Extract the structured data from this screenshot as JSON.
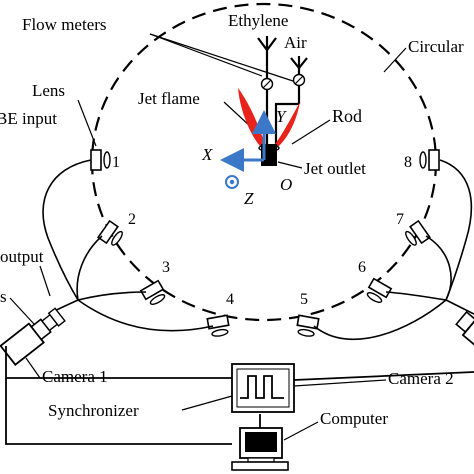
{
  "labels": {
    "flow_meters": "Flow meters",
    "ethylene": "Ethylene",
    "air": "Air",
    "circular": "Circular",
    "lens": "Lens",
    "be_input": "BE input",
    "jet_flame": "Jet flame",
    "rod": "Rod",
    "jet_outlet": "Jet outlet",
    "output": "output",
    "s_label": "s",
    "camera1": "Camera 1",
    "camera2": "Camera 2",
    "synchronizer": "Synchronizer",
    "computer": "Computer"
  },
  "axes": {
    "x": "X",
    "y": "Y",
    "z": "Z",
    "origin": "O"
  },
  "stations": [
    "1",
    "2",
    "3",
    "4",
    "5",
    "6",
    "7",
    "8"
  ],
  "colors": {
    "flame": "#e8231c",
    "axis": "#3b78c7",
    "line": "#000000"
  }
}
